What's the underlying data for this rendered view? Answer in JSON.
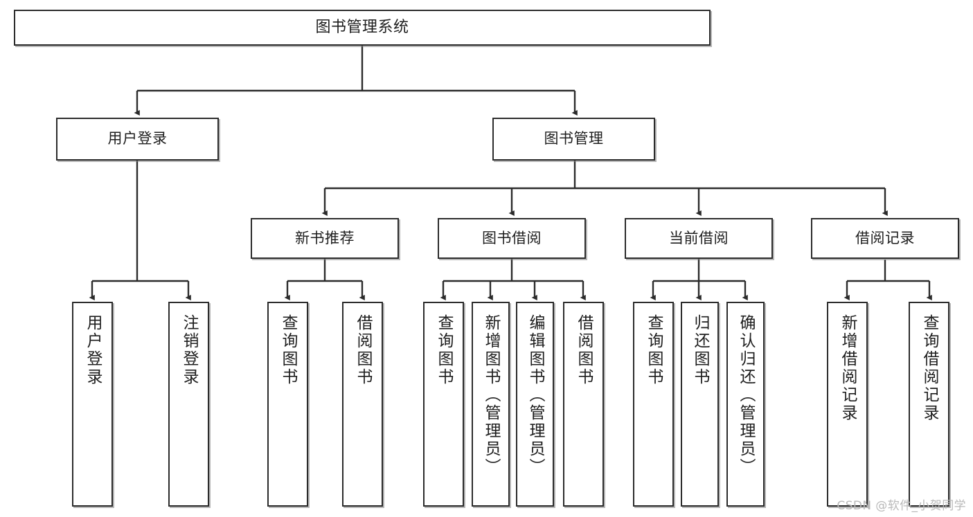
{
  "diagram": {
    "title": "图书管理系统",
    "type": "tree-hierarchy-chart",
    "colors": {
      "box_border": "#2b2b2b",
      "box_fill": "#ffffff",
      "edge": "#2b2b2b",
      "shadow": "#787878",
      "watermark": "#b9b9b9",
      "text": "#1d1d1d"
    },
    "root": {
      "label": "图书管理系统"
    },
    "level2": [
      {
        "label": "用户登录"
      },
      {
        "label": "图书管理"
      }
    ],
    "level3": [
      {
        "label": "新书推荐"
      },
      {
        "label": "图书借阅"
      },
      {
        "label": "当前借阅"
      },
      {
        "label": "借阅记录"
      }
    ],
    "leaves": {
      "user_login": [
        {
          "label": "用户登录"
        },
        {
          "label": "注销登录"
        }
      ],
      "new_book_recommend": [
        {
          "label": "查询图书"
        },
        {
          "label": "借阅图书"
        }
      ],
      "book_borrow": [
        {
          "label": "查询图书"
        },
        {
          "label": "新增图书（管理员）"
        },
        {
          "label": "编辑图书（管理员）"
        },
        {
          "label": "借阅图书"
        }
      ],
      "current_borrow": [
        {
          "label": "查询图书"
        },
        {
          "label": "归还图书"
        },
        {
          "label": "确认归还（管理员）"
        }
      ],
      "borrow_records": [
        {
          "label": "新增借阅记录"
        },
        {
          "label": "查询借阅记录"
        }
      ]
    },
    "watermark": "CSDN @软件_小贺同学"
  }
}
